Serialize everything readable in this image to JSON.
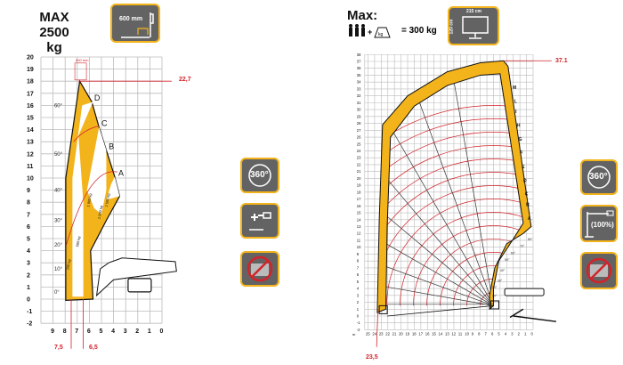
{
  "left": {
    "title_line1": "MAX",
    "title_line2": "2500 kg",
    "fork_icon_label": "600 mm",
    "chart_fork_label": "600 mm",
    "max_height_marker": "22,7",
    "reach_marker_1": "7,5",
    "reach_marker_2": "6,5",
    "y_ticks": [
      "20",
      "19",
      "18",
      "17",
      "16",
      "15",
      "14",
      "13",
      "12",
      "11",
      "10",
      "9",
      "8",
      "7",
      "6",
      "5",
      "4",
      "3",
      "2",
      "1",
      "0",
      "-1",
      "-2"
    ],
    "x_ticks": [
      "9",
      "8",
      "7",
      "6",
      "5",
      "4",
      "3",
      "2",
      "1",
      "0"
    ],
    "angles": [
      "60°",
      "50°",
      "40°",
      "30°",
      "20°",
      "10°",
      "0°"
    ],
    "zones": [
      "D",
      "C",
      "B",
      "A"
    ],
    "loads": [
      "1 000 kg",
      "2 000 kg",
      "2 500 kg",
      "600 kg",
      "200 kg"
    ],
    "icons": [
      "360-rotation-icon",
      "stabilizers-icon",
      "no-tilt-icon"
    ],
    "icon_360_label": "360°"
  },
  "right": {
    "title": "Max:",
    "formula_result": "= 300 kg",
    "kg_label": "kg",
    "platform_width": "215 cm",
    "platform_depth": "120 cm",
    "max_height_marker": "37.1",
    "max_reach_marker": "23,5",
    "y_ticks": [
      "38",
      "37",
      "36",
      "35",
      "34",
      "33",
      "32",
      "31",
      "30",
      "29",
      "28",
      "27",
      "26",
      "25",
      "24",
      "23",
      "22",
      "21",
      "20",
      "19",
      "18",
      "17",
      "16",
      "15",
      "14",
      "13",
      "12",
      "11",
      "10",
      "9",
      "8",
      "7",
      "6",
      "5",
      "4",
      "3",
      "2",
      "1",
      "0",
      "-1",
      "-2"
    ],
    "x_ticks": [
      "25",
      "24",
      "23",
      "22",
      "21",
      "20",
      "19",
      "18",
      "17",
      "16",
      "15",
      "14",
      "13",
      "12",
      "11",
      "10",
      "9",
      "8",
      "7",
      "6",
      "5",
      "4",
      "3",
      "2",
      "1",
      "0"
    ],
    "x_unit": "m",
    "zones": [
      "M",
      "L",
      "I",
      "H",
      "G",
      "F",
      "E",
      "D",
      "C",
      "B",
      "A"
    ],
    "angles": [
      "80°",
      "70°",
      "60°",
      "50°",
      "40°",
      "30°",
      "20°",
      "10°"
    ],
    "icon_360_label": "360°",
    "icon_stabilizer_label": "(100%)",
    "colors": {
      "accent": "#f3b31b",
      "red": "#d2232a",
      "icon_bg": "#636363"
    }
  }
}
